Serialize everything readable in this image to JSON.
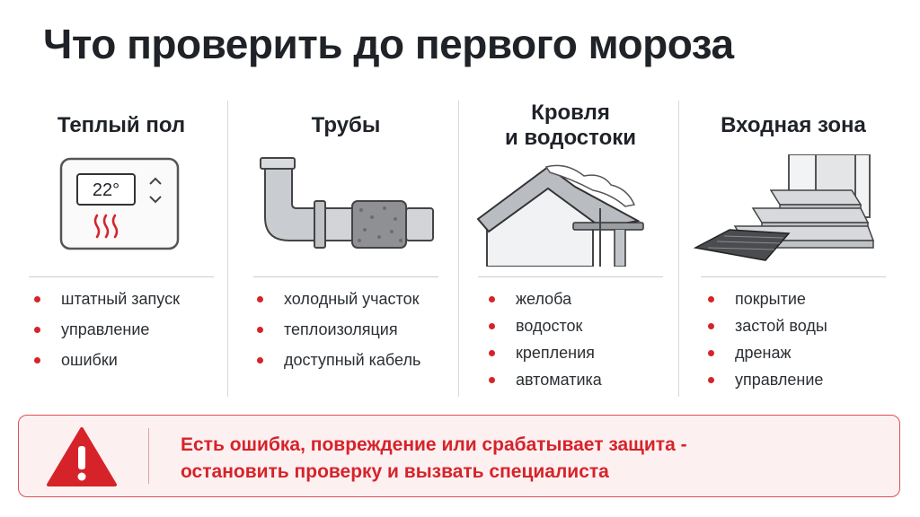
{
  "title": "Что проверить до первого мороза",
  "accent_color": "#d6232a",
  "columns": [
    {
      "title_lines": [
        "Теплый пол"
      ],
      "icon": "thermostat-icon",
      "thermostat_display": "22°",
      "items": [
        "штатный запуск",
        "управление",
        "ошибки"
      ]
    },
    {
      "title_lines": [
        "Трубы"
      ],
      "icon": "pipe-icon",
      "items": [
        "холодный участок",
        "теплоизоляция",
        "доступный кабель"
      ]
    },
    {
      "title_lines": [
        "Кровля",
        "и водостоки"
      ],
      "icon": "roof-gutter-icon",
      "items": [
        "желоба",
        "водосток",
        "крепления",
        "автоматика"
      ]
    },
    {
      "title_lines": [
        "Входная зона"
      ],
      "icon": "entrance-steps-icon",
      "items": [
        "покрытие",
        "застой воды",
        "дренаж",
        "управление"
      ]
    }
  ],
  "alert": {
    "icon": "warning-triangle-icon",
    "lines": [
      "Есть ошибка, повреждение или срабатывает защита -",
      "остановить проверку и вызвать специалиста"
    ]
  }
}
